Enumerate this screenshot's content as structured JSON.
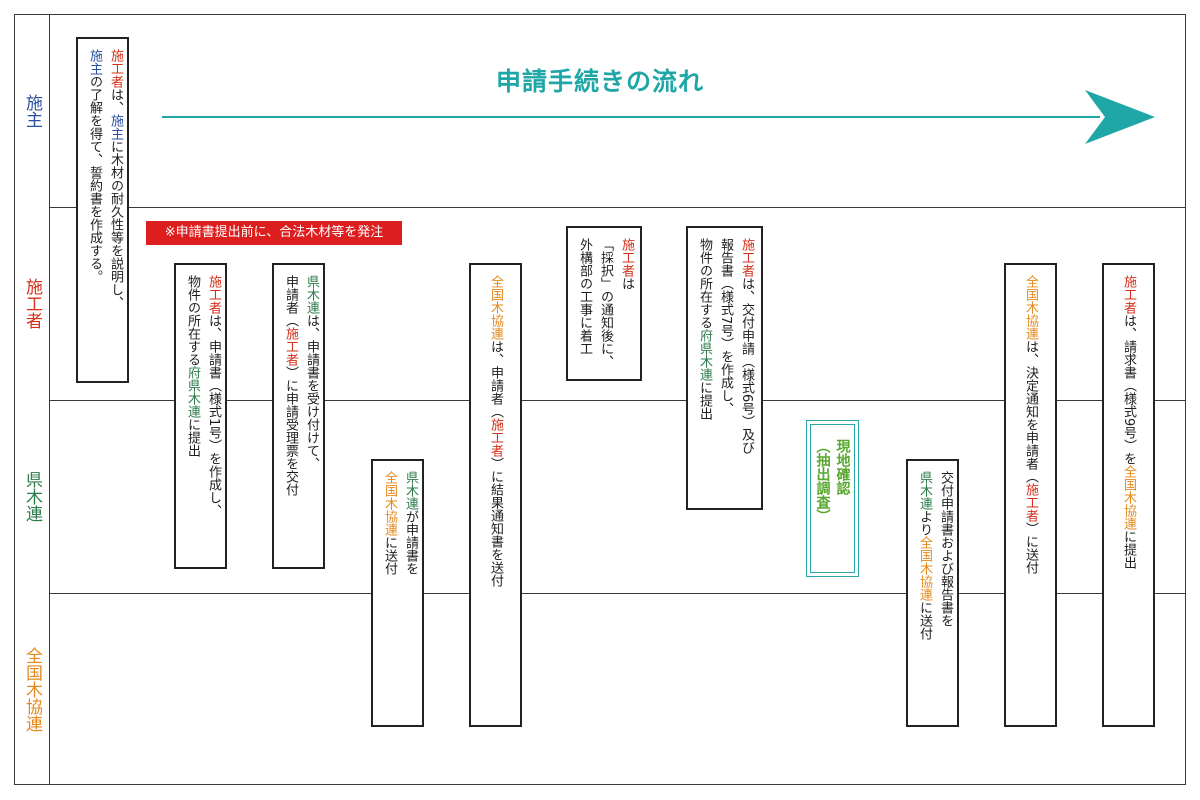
{
  "title": "申請手続きの流れ",
  "lanes": [
    "施主",
    "施工者",
    "県木連",
    "全国木協連"
  ],
  "colors": {
    "owner": "#2b4fa0",
    "contractor": "#d4301a",
    "pref": "#2d7d4a",
    "national": "#e58a1f",
    "title": "#1fa7a8",
    "check": "#58a72f",
    "notice_bg": "#dc1e1e"
  },
  "notice": "※申請書提出前に、合法木材等を発注",
  "step1": {
    "l1a": "施工者",
    "l1b": "は、",
    "l1c": "施主",
    "l1d": "に木材の耐久性等を説明し、",
    "l2a": "施主",
    "l2b": "の了解を得て、誓約書を作成する。"
  },
  "step2": {
    "l1a": "施工者",
    "l1b": "は、申請書（様式1号）を作成し、",
    "l2a": "物件の所在する",
    "l2b": "府県木連",
    "l2c": "に提出"
  },
  "step3": {
    "l1a": "県木連",
    "l1b": "は、申請書を受け付けて、",
    "l2a": "申請者（",
    "l2b": "施工者",
    "l2c": "）に申請受理票を交付"
  },
  "step4": {
    "l1a": "県木連",
    "l1b": "が申請書を",
    "l2a": "全国木協連",
    "l2b": "に送付"
  },
  "step5": {
    "l1a": "全国木協連",
    "l1b": "は、申請者（",
    "l1c": "施工者",
    "l1d": "）に結果通知書を送付"
  },
  "step6": {
    "l1a": "施工者",
    "l1b": "は",
    "l2": "「採択」の通知後に、",
    "l3": "外構部の工事に着工"
  },
  "step7": {
    "l1a": "施工者",
    "l1b": "は、交付申請（様式6号）及び",
    "l2": "報告書（様式7号）を作成し、",
    "l3a": "物件の所在する",
    "l3b": "府県木連",
    "l3c": "に提出"
  },
  "check": {
    "l1": "現地確認",
    "l2": "（抽出調査）"
  },
  "step8": {
    "l1": "交付申請書および報告書を",
    "l2a": "県木連",
    "l2b": "より",
    "l2c": "全国木協連",
    "l2d": "に送付"
  },
  "step9": {
    "l1a": "全国木協連",
    "l1b": "は、決定通知を申請者（",
    "l1c": "施工者",
    "l1d": "）に送付"
  },
  "step10": {
    "l1a": "施工者",
    "l1b": "は、請求書（様式9号）を",
    "l1c": "全国木協連",
    "l1d": "に提出"
  }
}
